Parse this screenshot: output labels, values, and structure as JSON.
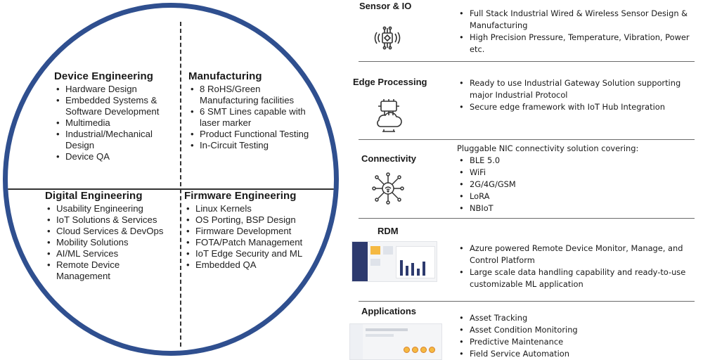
{
  "circle": {
    "device_engineering": {
      "title": "Device Engineering",
      "items": [
        "Hardware Design",
        "Embedded Systems & Software Development",
        "Multimedia",
        "Industrial/Mechanical Design",
        "Device QA"
      ]
    },
    "manufacturing": {
      "title": "Manufacturing",
      "items": [
        "8 RoHS/Green Manufacturing facilities",
        "6 SMT Lines capable with laser marker",
        "Product Functional Testing",
        "In-Circuit Testing"
      ]
    },
    "digital_engineering": {
      "title": "Digital Engineering",
      "items": [
        "Usability Engineering",
        "IoT Solutions & Services",
        "Cloud Services & DevOps",
        "Mobility Solutions",
        "AI/ML Services",
        "Remote Device Management"
      ]
    },
    "firmware_engineering": {
      "title": "Firmware Engineering",
      "items": [
        "Linux Kernels",
        "OS Porting, BSP Design",
        "Firmware Development",
        "FOTA/Patch Management",
        " IoT Edge Security and ML",
        "Embedded QA"
      ]
    }
  },
  "capabilities": {
    "sensor_io": {
      "title": "Sensor & IO",
      "icon": "sensor-chip-icon",
      "items": [
        "Full Stack Industrial Wired & Wireless Sensor Design & Manufacturing",
        "High Precision Pressure, Temperature, Vibration, Power etc."
      ]
    },
    "edge_processing": {
      "title": "Edge Processing",
      "icon": "cloud-chip-icon",
      "items": [
        "Ready to use Industrial Gateway Solution supporting major Industrial Protocol",
        "Secure edge framework with IoT Hub Integration"
      ]
    },
    "connectivity": {
      "title": "Connectivity",
      "icon": "network-hub-icon",
      "intro": "Pluggable NIC connectivity solution covering:",
      "items": [
        "BLE 5.0",
        "WiFi",
        "2G/4G/GSM",
        "LoRA",
        "NBIoT"
      ]
    },
    "rdm": {
      "title": "RDM",
      "icon": "dashboard-screenshot",
      "items": [
        "Azure powered Remote Device Monitor, Manage, and  Control Platform",
        "Large scale data handling capability and ready-to-use customizable ML application"
      ]
    },
    "applications": {
      "title": "Applications",
      "icon": "app-screenshot",
      "items": [
        "Asset Tracking",
        "Asset Condition Monitoring",
        "Predictive Maintenance",
        "Field Service Automation"
      ]
    }
  },
  "colors": {
    "circle_border": "#2f4f8f",
    "divider": "#6a6a6a",
    "dashboard_accent": "#2d3a6e",
    "thumb_highlight": "#f5b942"
  }
}
